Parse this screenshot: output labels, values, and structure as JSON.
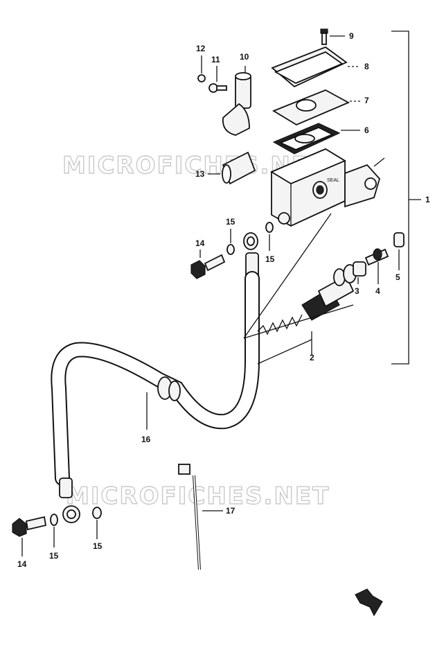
{
  "watermark": "MICROFICHES.NET",
  "part_numbers": {
    "p1": "1",
    "p2": "2",
    "p3": "3",
    "p4": "4",
    "p5": "5",
    "p6": "6",
    "p7": "7",
    "p8": "8",
    "p9": "9",
    "p10": "10",
    "p11": "11",
    "p12": "12",
    "p13": "13",
    "p14_top": "14",
    "p14_bottom": "14",
    "p15_top_left": "15",
    "p15_top_right": "15",
    "p15_bottom_left": "15",
    "p15_bottom_right": "15",
    "p16": "16",
    "p17": "17"
  },
  "direction_arrow_icon": "arrow-down-right-icon"
}
